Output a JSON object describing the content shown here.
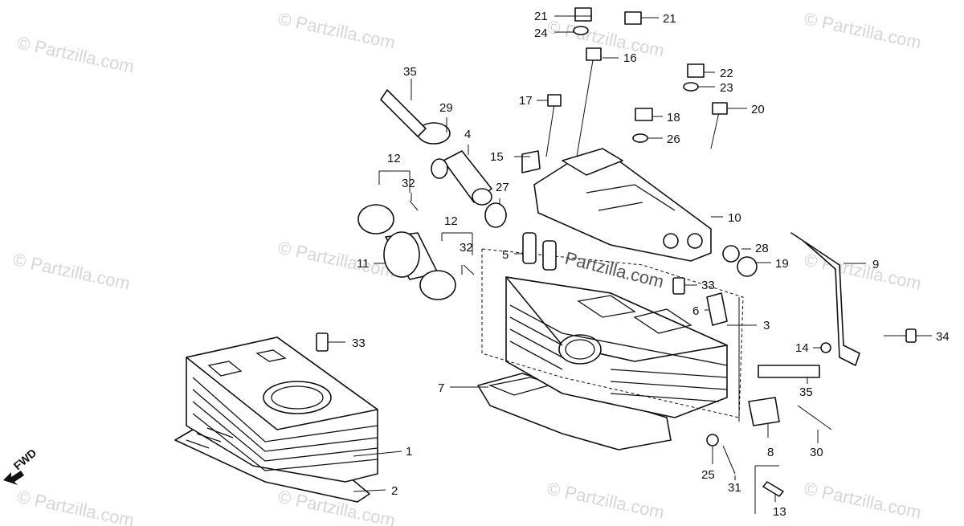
{
  "watermark_text": "© Partzilla.com",
  "center_watermark": "Partzilla.com",
  "direction_label": "FWD",
  "callouts": {
    "c1": "1",
    "c2": "2",
    "c3": "3",
    "c4": "4",
    "c5": "5",
    "c6": "6",
    "c7": "7",
    "c8": "8",
    "c9": "9",
    "c10": "10",
    "c11": "11",
    "c12a": "12",
    "c12b": "12",
    "c13": "13",
    "c14": "14",
    "c15": "15",
    "c16": "16",
    "c17": "17",
    "c18": "18",
    "c19": "19",
    "c20": "20",
    "c21a": "21",
    "c21b": "21",
    "c22": "22",
    "c23": "23",
    "c24": "24",
    "c25": "25",
    "c26": "26",
    "c27": "27",
    "c28": "28",
    "c29": "29",
    "c30": "30",
    "c31": "31",
    "c32a": "32",
    "c32b": "32",
    "c33a": "33",
    "c33b": "33",
    "c34": "34",
    "c35a": "35",
    "c35b": "35"
  }
}
